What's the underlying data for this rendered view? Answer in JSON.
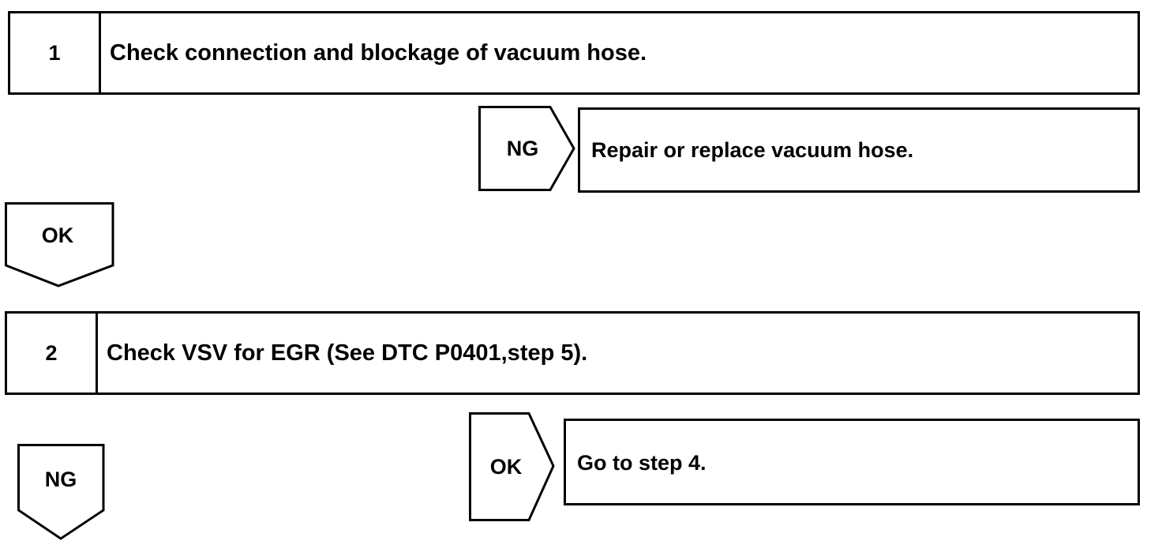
{
  "steps": [
    {
      "number": "1",
      "text": "Check connection and blockage of vacuum hose."
    },
    {
      "number": "2",
      "text": "Check VSV for EGR (See DTC P0401,step 5)."
    }
  ],
  "branches": {
    "step1_ng": {
      "label": "NG",
      "result": "Repair or replace vacuum hose."
    },
    "step1_ok": {
      "label": "OK"
    },
    "step2_ok": {
      "label": "OK",
      "result": "Go to step 4."
    },
    "step2_ng": {
      "label": "NG"
    }
  }
}
